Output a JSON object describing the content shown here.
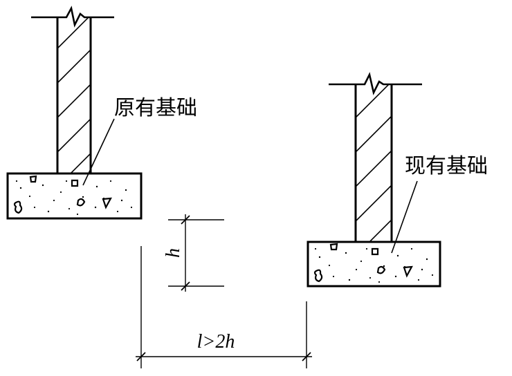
{
  "labels": {
    "original_foundation": "原有基础",
    "existing_foundation": "现有基础"
  },
  "dimensions": {
    "height_symbol": "h",
    "spacing_label": "l>2h"
  }
}
